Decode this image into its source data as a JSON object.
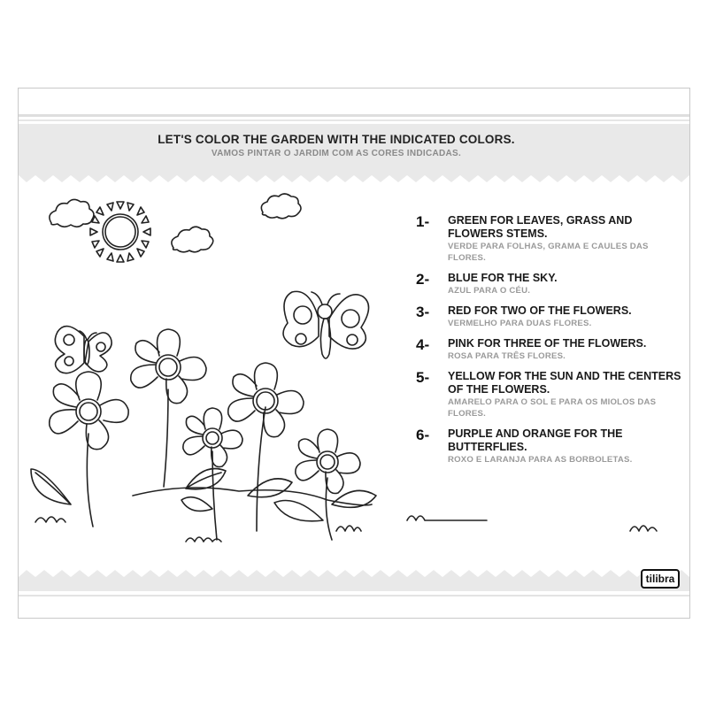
{
  "header": {
    "title": "LET'S COLOR THE GARDEN WITH THE INDICATED COLORS.",
    "subtitle": "VAMOS PINTAR O JARDIM COM AS CORES INDICADAS."
  },
  "instructions": [
    {
      "number": "1-",
      "english": "GREEN FOR LEAVES, GRASS AND FLOWERS STEMS.",
      "portuguese": "VERDE PARA FOLHAS, GRAMA E CAULES DAS FLORES."
    },
    {
      "number": "2-",
      "english": "BLUE FOR THE SKY.",
      "portuguese": "AZUL PARA O CÉU."
    },
    {
      "number": "3-",
      "english": "RED FOR TWO OF THE FLOWERS.",
      "portuguese": "VERMELHO PARA DUAS FLORES."
    },
    {
      "number": "4-",
      "english": "PINK FOR THREE OF THE FLOWERS.",
      "portuguese": "ROSA PARA TRÊS FLORES."
    },
    {
      "number": "5-",
      "english": "YELLOW FOR THE SUN AND THE CENTERS OF THE FLOWERS.",
      "portuguese": "AMARELO PARA O SOL E PARA OS MIOLOS DAS FLORES."
    },
    {
      "number": "6-",
      "english": "PURPLE AND ORANGE FOR THE BUTTERFLIES.",
      "portuguese": "ROXO E LARANJA PARA AS BORBOLETAS."
    }
  ],
  "brand": {
    "logo": "tilibra"
  },
  "illustration": {
    "icons": [
      "sun-icon",
      "cloud-icon",
      "butterfly-icon",
      "flower-icon",
      "leaf-icon",
      "grass-icon"
    ]
  },
  "colors": {
    "band": "#e6e6e6",
    "line": "#222222",
    "muted_text": "#9a9a9a"
  }
}
